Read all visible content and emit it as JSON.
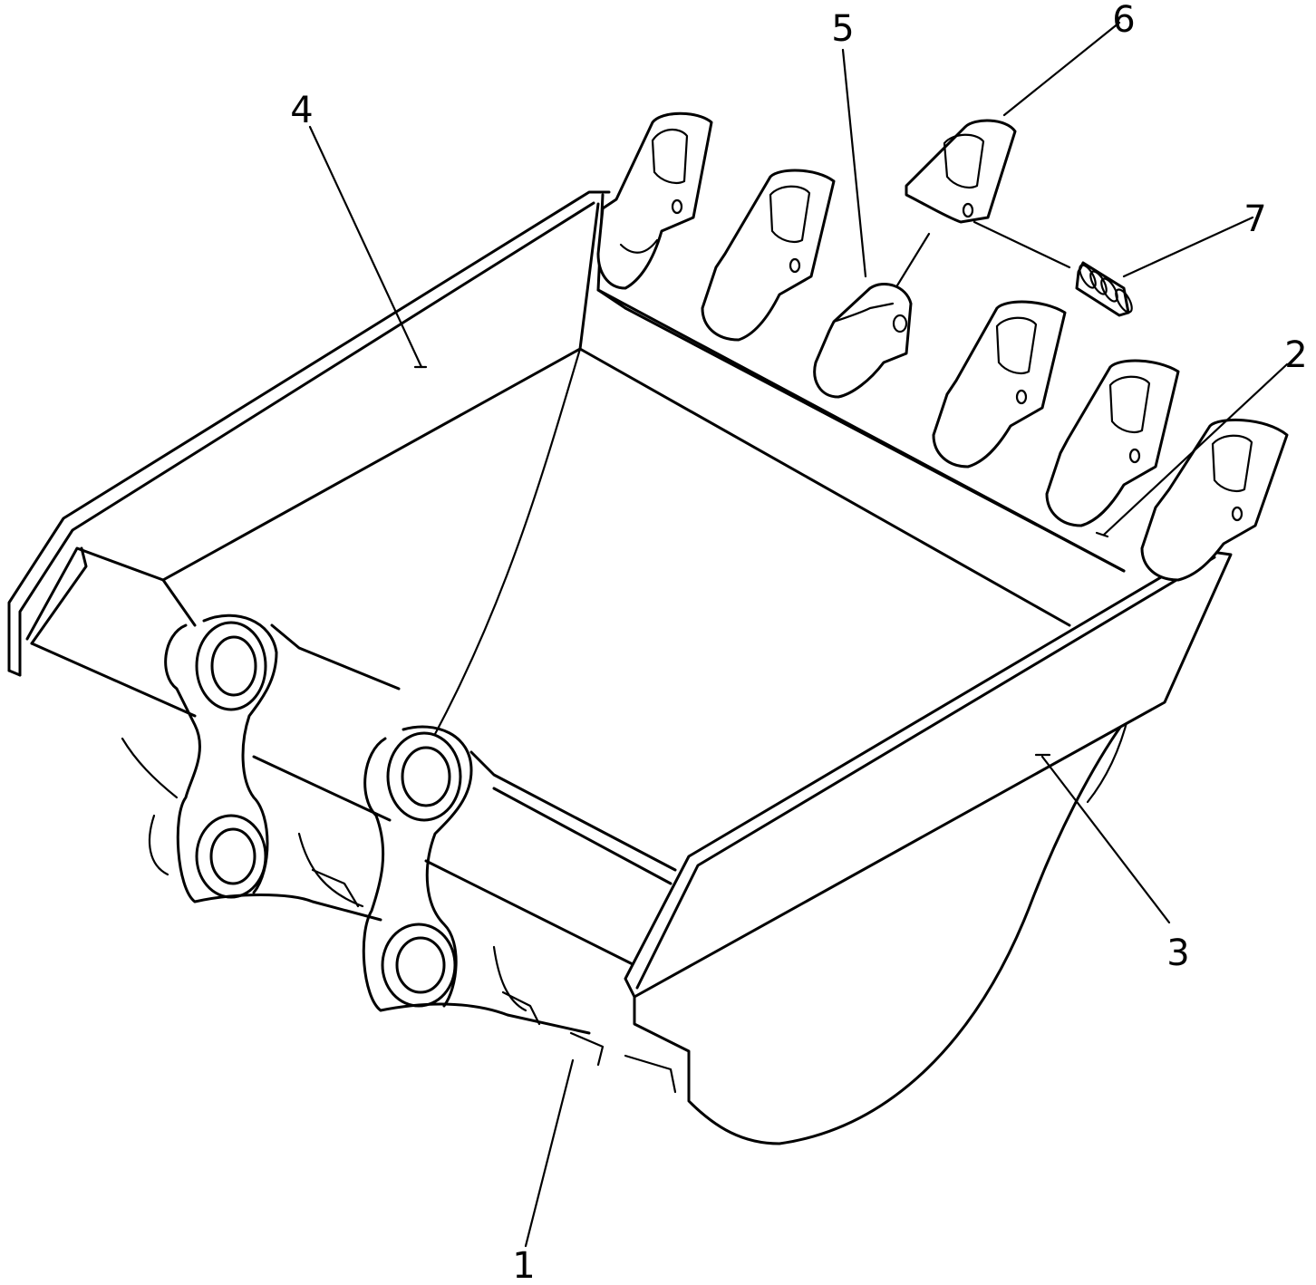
{
  "diagram": {
    "callouts": [
      {
        "id": "1",
        "label": "1"
      },
      {
        "id": "2",
        "label": "2"
      },
      {
        "id": "3",
        "label": "3"
      },
      {
        "id": "4",
        "label": "4"
      },
      {
        "id": "5",
        "label": "5"
      },
      {
        "id": "6",
        "label": "6"
      },
      {
        "id": "7",
        "label": "7"
      }
    ]
  },
  "colors": {
    "ink": "#000000",
    "paper": "#ffffff"
  }
}
